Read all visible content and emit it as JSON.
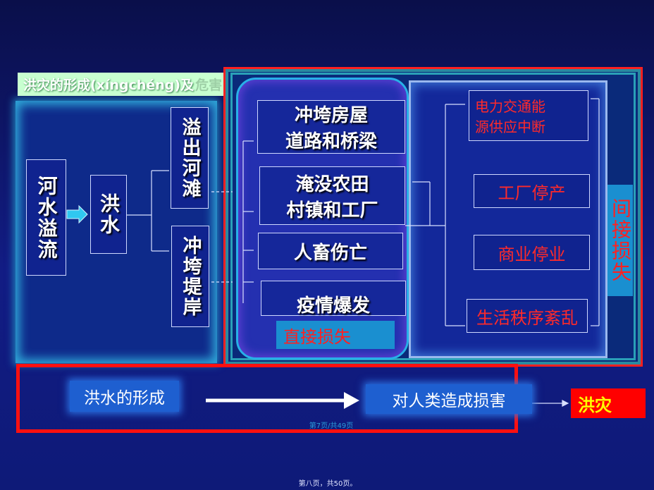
{
  "title_banner": "洪灾的形成(xíngchéng)及",
  "title_banner_tail": "危害",
  "cause": {
    "overflow": "河水溢流",
    "flood": "洪水",
    "spill_banks": "溢出河滩",
    "erode_dikes": "冲垮堤岸"
  },
  "direct_effects": [
    {
      "line1": "冲垮房屋",
      "line2": "道路和桥梁"
    },
    {
      "line1": "淹没农田",
      "line2": "村镇和工厂"
    },
    {
      "line1": "人畜伤亡",
      "line2": ""
    },
    {
      "line1": "疫情爆发",
      "line2": ""
    }
  ],
  "direct_label": "直接损失",
  "indirect_effects": [
    {
      "line1": "电力交通能",
      "line2": "源供应中断"
    },
    {
      "line1": "工厂停产",
      "line2": ""
    },
    {
      "line1": "商业停业",
      "line2": ""
    },
    {
      "line1": "生活秩序紊乱",
      "line2": ""
    }
  ],
  "indirect_label": "间接损失",
  "summary": {
    "formation": "洪水的形成",
    "harm": "对人类造成损害",
    "result": "洪灾"
  },
  "page_caption": "第7页/共49页",
  "footer": "第八页，共50页。",
  "colors": {
    "background": "#121c84",
    "red_border": "#ff1010",
    "red_text": "#ff2a2a",
    "yellow": "#ffff00",
    "green_banner": "#c8ffd0"
  }
}
